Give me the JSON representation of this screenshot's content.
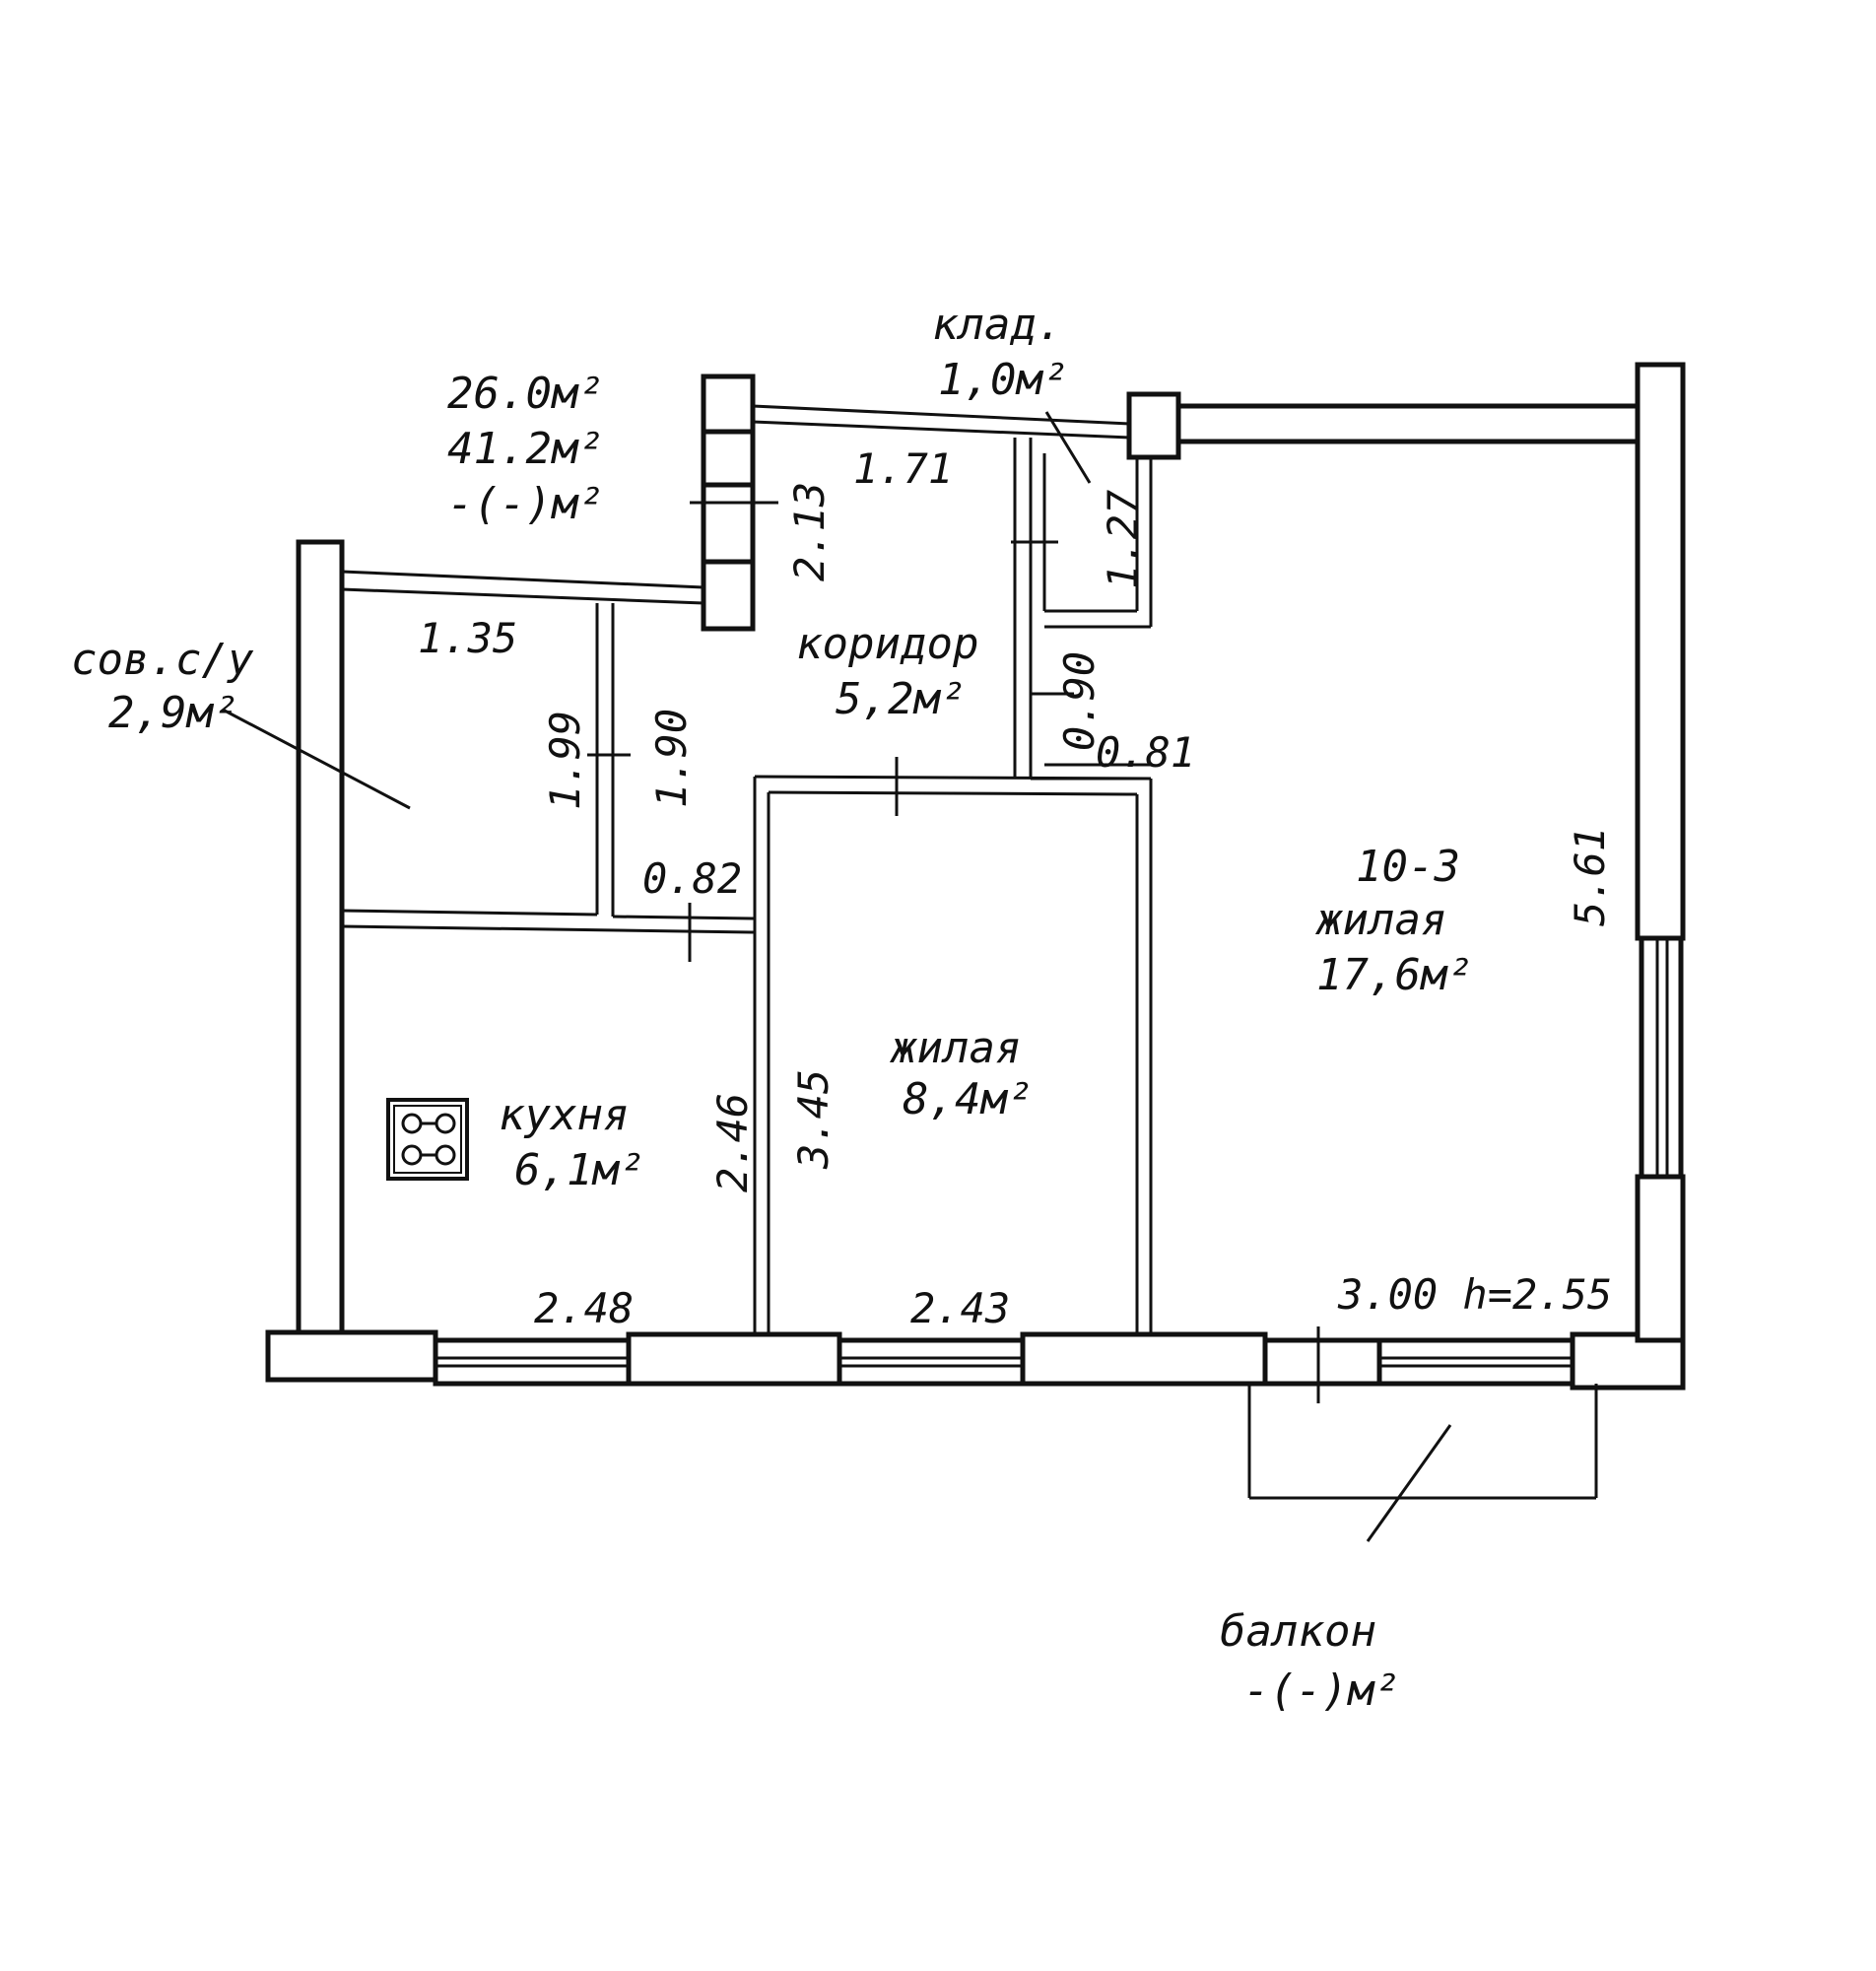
{
  "totals": {
    "line1": "26.0м²",
    "line2": "41.2м²",
    "line3": "-(-)м²"
  },
  "rooms": {
    "storage": {
      "name": "клад.",
      "area": "1,0м²"
    },
    "bathroom": {
      "name": "сов.с/у",
      "area": "2,9м²"
    },
    "corridor": {
      "name": "коридор",
      "area": "5,2м²"
    },
    "living_large": {
      "code": "10-3",
      "name": "жилая",
      "area": "17,6м²"
    },
    "living_small": {
      "name": "жилая",
      "area": "8,4м²"
    },
    "kitchen": {
      "name": "кухня",
      "area": "6,1м²"
    },
    "balcony": {
      "name": "балкон",
      "area": "-(-)м²"
    }
  },
  "dimensions": {
    "corridor_top_width": "1.71",
    "corridor_height": "2.13",
    "storage_height": "1.27",
    "bathroom_width": "1.35",
    "bathroom_height": "1.99",
    "hall_height": "1.90",
    "door_gap": "0.90",
    "storage_door": "0.81",
    "hall_width": "0.82",
    "room_depth": "5.61",
    "kitchen_height": "2.46",
    "small_room_height": "3.45",
    "kitchen_width": "2.48",
    "small_room_width": "2.43",
    "large_room_width_height": "3.00 h=2.55"
  },
  "colors": {
    "ink": "#111111",
    "paper": "#ffffff"
  }
}
